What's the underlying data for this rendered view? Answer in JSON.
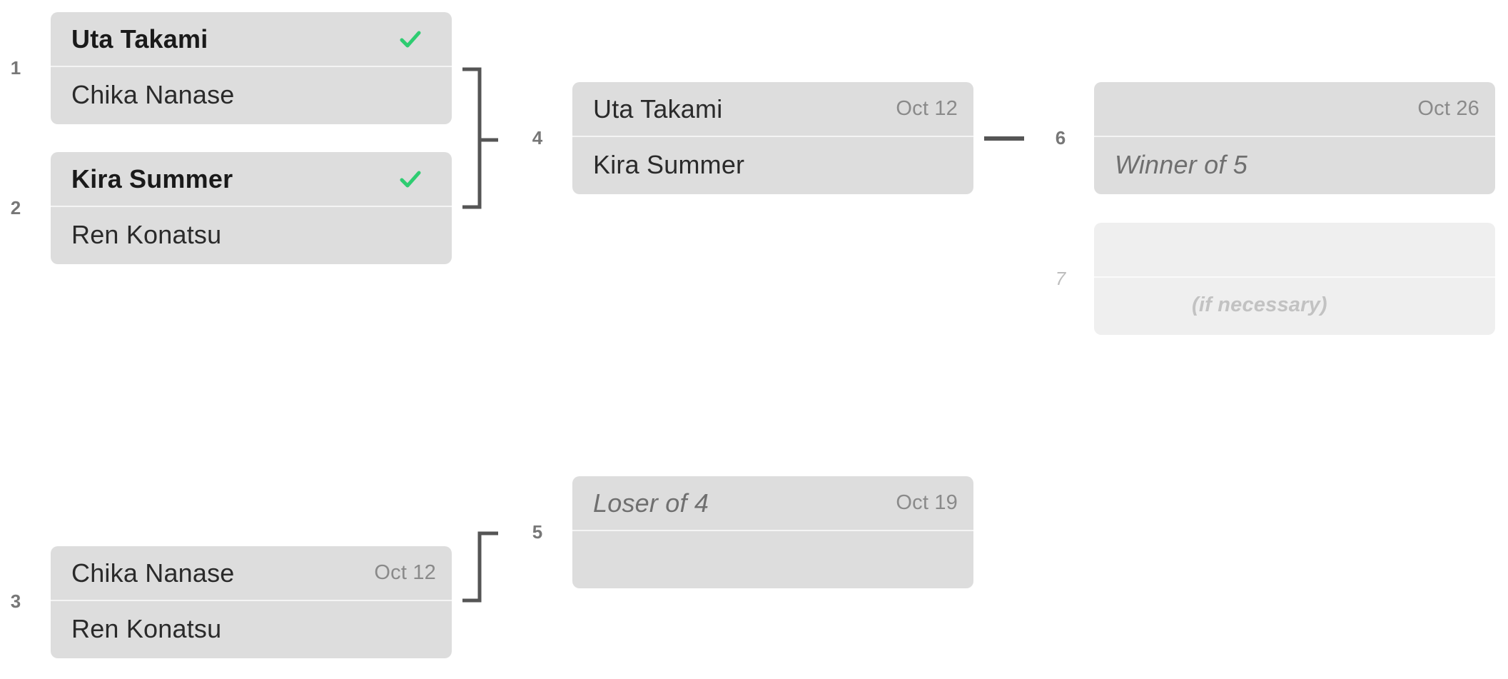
{
  "colors": {
    "card": "#dddddd",
    "card_faded": "#efefef",
    "check": "#2ecc71",
    "connector": "#555555"
  },
  "matches": [
    {
      "number": "1",
      "top": {
        "name": "Uta Takami",
        "winner": true,
        "date": ""
      },
      "bottom": {
        "name": "Chika Nanase"
      }
    },
    {
      "number": "2",
      "top": {
        "name": "Kira Summer",
        "winner": true,
        "date": ""
      },
      "bottom": {
        "name": "Ren Konatsu"
      }
    },
    {
      "number": "3",
      "top": {
        "name": "Chika Nanase",
        "date": "Oct 12"
      },
      "bottom": {
        "name": "Ren Konatsu"
      }
    },
    {
      "number": "4",
      "top": {
        "name": "Uta Takami",
        "date": "Oct 12"
      },
      "bottom": {
        "name": "Kira Summer"
      }
    },
    {
      "number": "5",
      "top": {
        "name": "Loser of 4",
        "date": "Oct 19"
      },
      "bottom": {
        "name": ""
      }
    },
    {
      "number": "6",
      "top": {
        "name": "",
        "date": "Oct 26"
      },
      "bottom": {
        "name": "Winner of 5"
      }
    },
    {
      "number": "7",
      "top": {
        "name": ""
      },
      "bottom": {
        "note": "(if necessary)"
      }
    }
  ]
}
